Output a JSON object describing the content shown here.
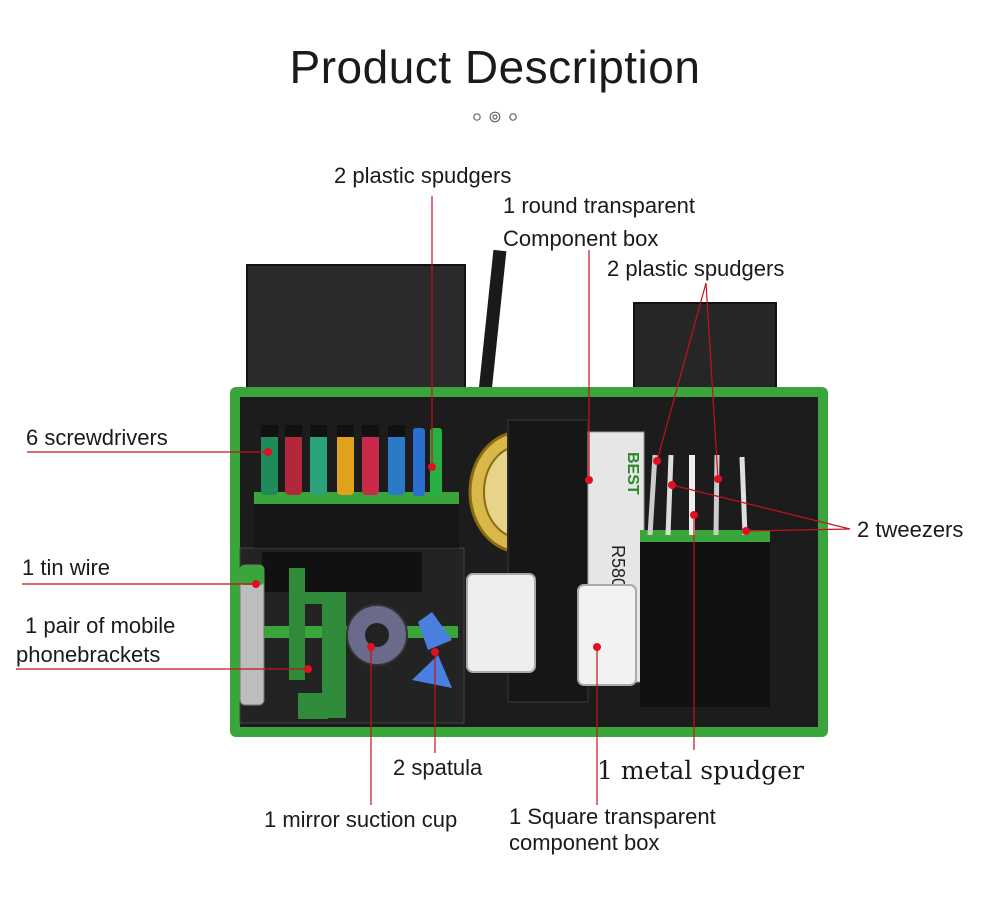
{
  "header": {
    "title": "Product Description"
  },
  "labels": {
    "plastic_spudgers_left": "2 plastic spudgers",
    "round_box_line1": "1 round transparent",
    "round_box_line2": "Component box",
    "plastic_spudgers_right": "2 plastic spudgers",
    "screwdrivers": "6 screwdrivers",
    "tin_wire": "1 tin wire",
    "phone_brackets_line1": "1 pair of mobile",
    "phone_brackets_line2": "phonebrackets",
    "tweezers": "2 tweezers",
    "spatula": "2 spatula",
    "metal_spudger": "1 metal spudger",
    "suction_cup": "1 mirror suction cup",
    "square_box_line1": "1 Square transparent",
    "square_box_line2": "component box"
  },
  "package_text": {
    "brand": "BEST",
    "model": "R580"
  },
  "colors": {
    "callout_line": "#c8101a",
    "callout_dot": "#e01020",
    "bag_border": "#3aa53a",
    "bag_body": "#1c1c1c"
  }
}
